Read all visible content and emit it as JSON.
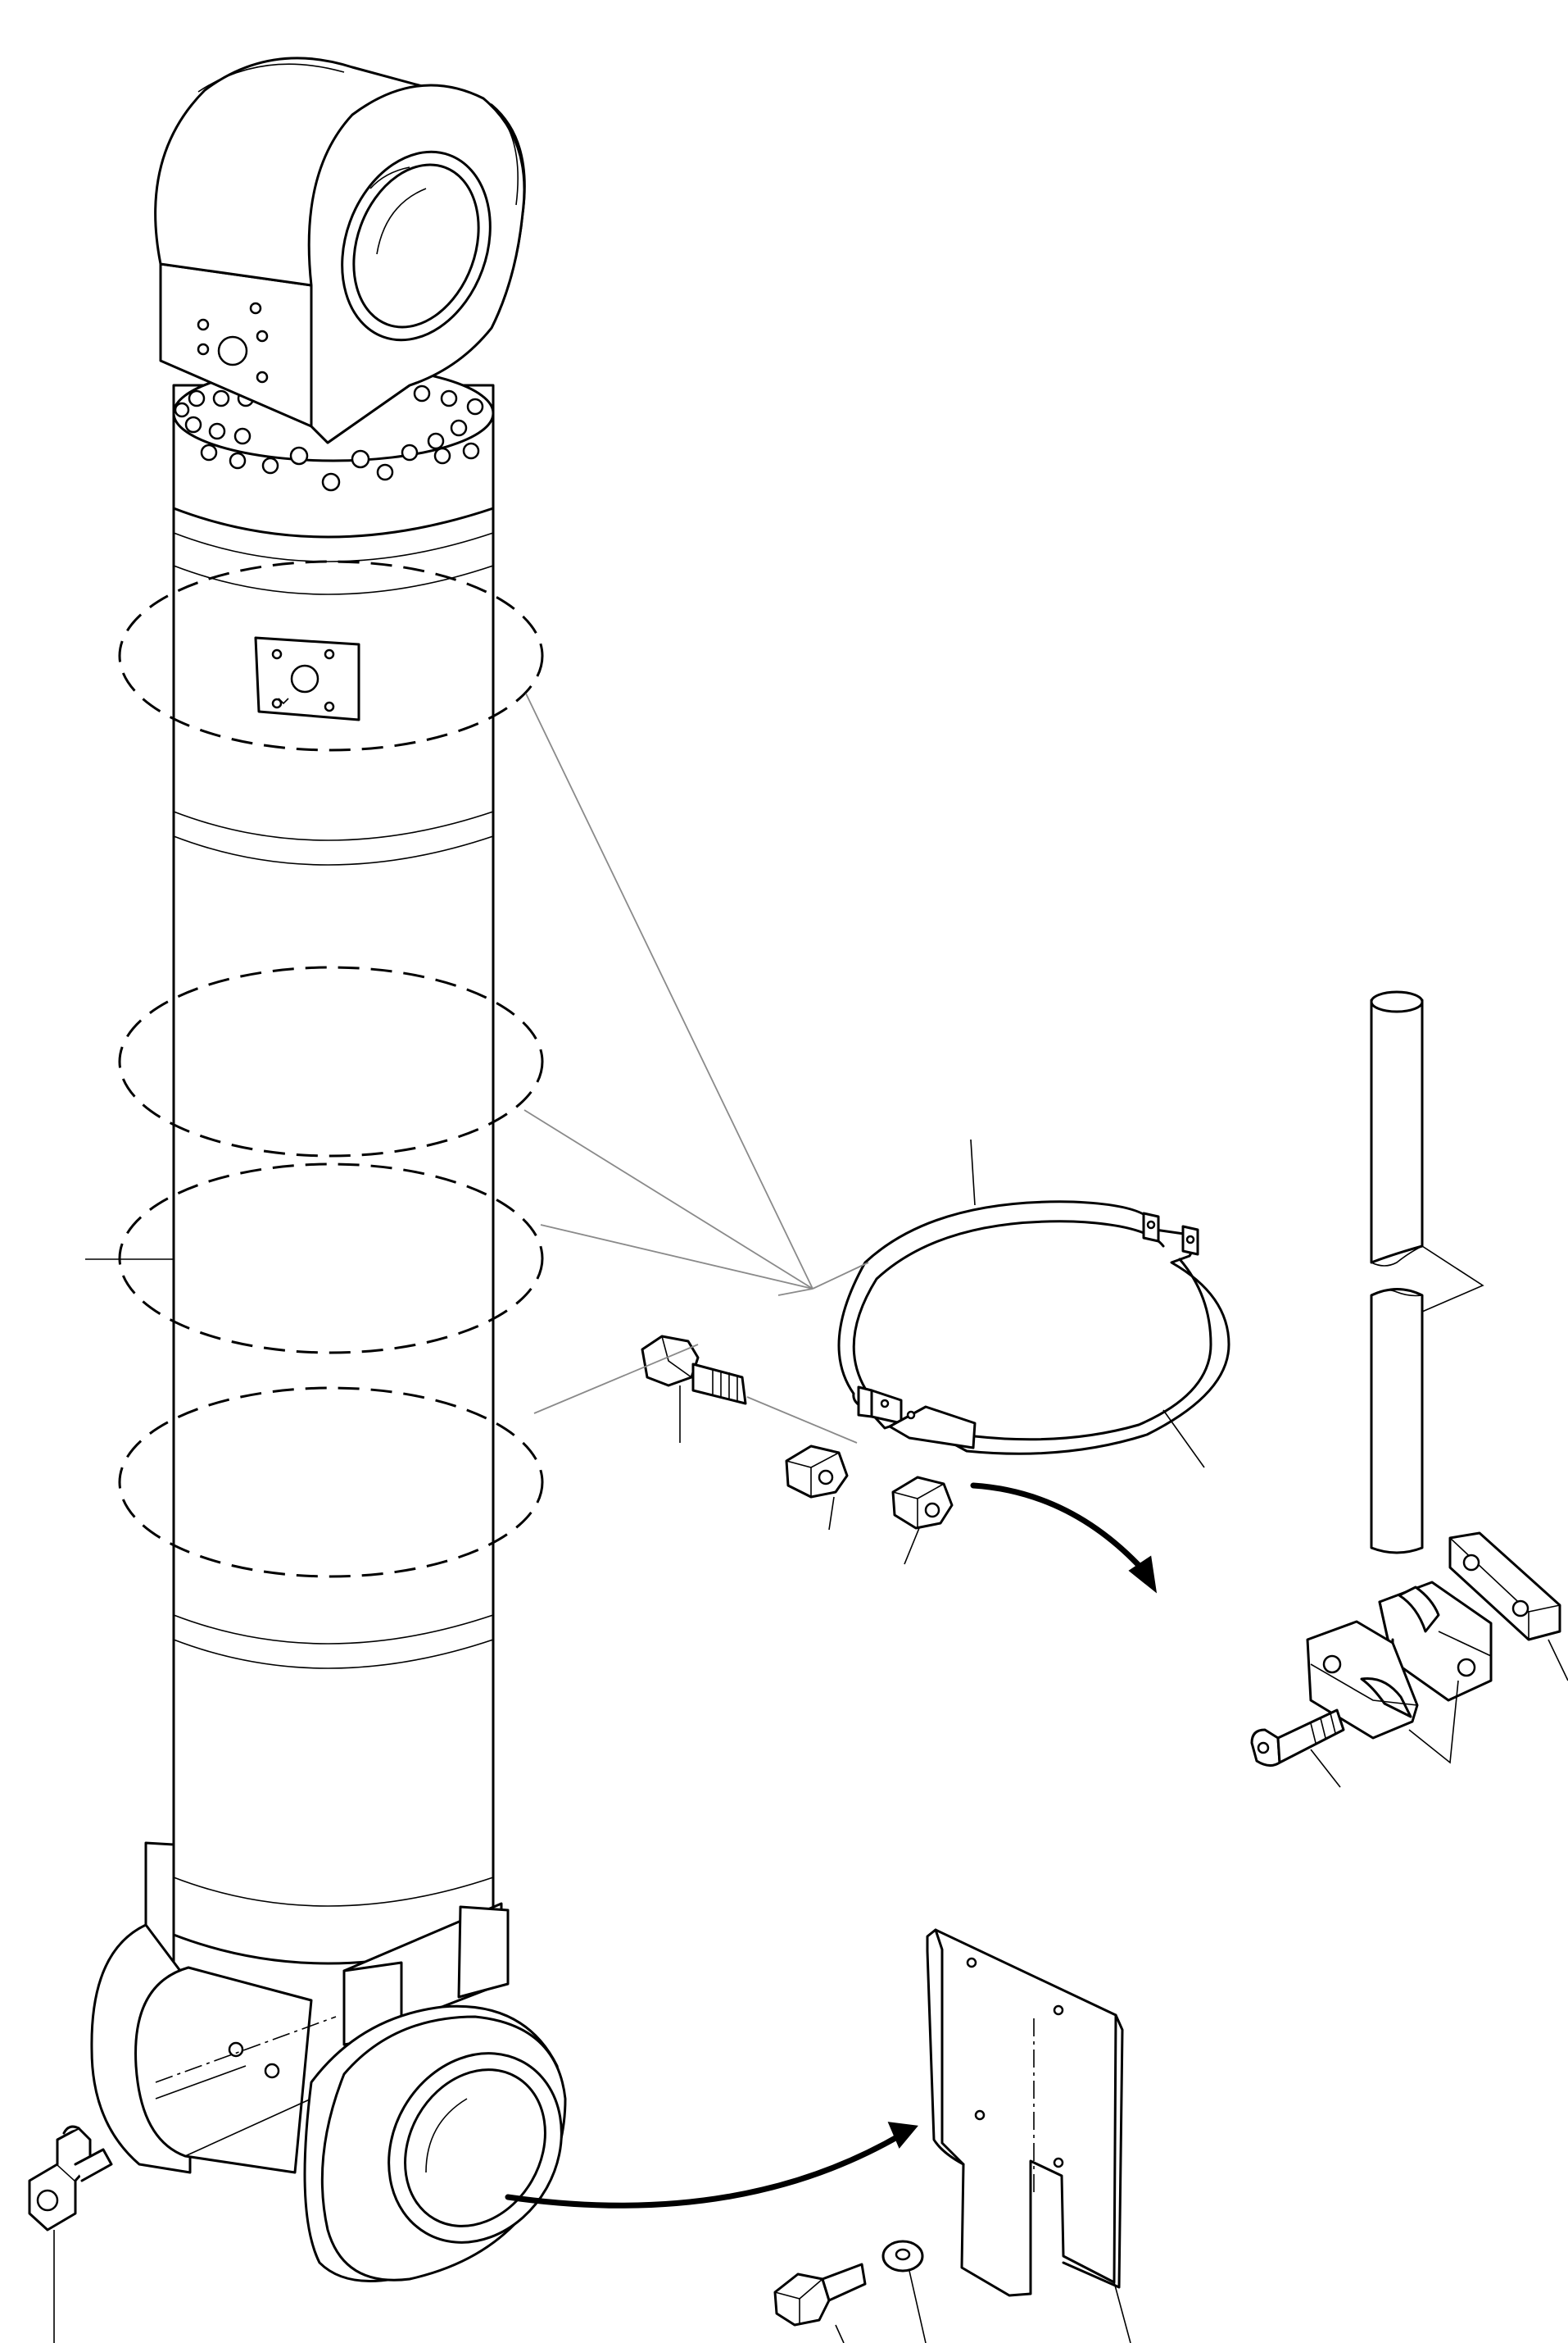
{
  "diagram": {
    "style": "exploded parts view, black line art on white",
    "colors": {
      "line": "#000000",
      "leader": "#000000",
      "section_line": "#8a8a8a",
      "background": "#ffffff"
    },
    "parts": [
      "hydraulic-cylinder",
      "cylinder-head-eye",
      "cylinder-bottom-eye",
      "pipe-clamp-band",
      "clamp-bolt",
      "clamp-nut-1",
      "clamp-nut-2",
      "tube",
      "tube-clamp-half-lower",
      "tube-clamp-half-upper",
      "tube-clamp-cover-plate",
      "tube-clamp-screw",
      "guard-plate",
      "guard-plate-bolt",
      "guard-plate-washer",
      "grease-fitting"
    ]
  }
}
